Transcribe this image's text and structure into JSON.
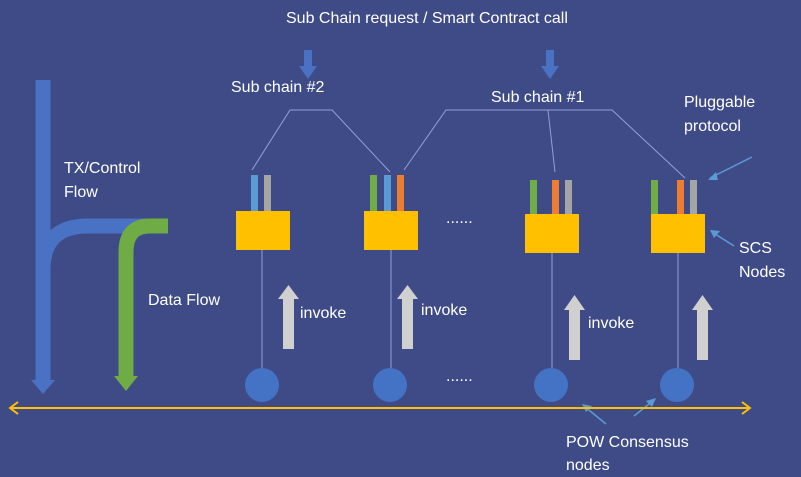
{
  "labels": {
    "top_request": "Sub Chain request / Smart Contract call",
    "sub_chain_2": "Sub chain #2",
    "sub_chain_1": "Sub chain #1",
    "pluggable_protocol": [
      "Pluggable",
      "protocol"
    ],
    "tx_control_flow": [
      "TX/Control",
      "Flow"
    ],
    "data_flow": "Data Flow",
    "invoke": "invoke",
    "ellipsis": "......",
    "scs_nodes": [
      "SCS",
      "Nodes"
    ],
    "pow_consensus_nodes": [
      "POW Consensus",
      "nodes"
    ]
  },
  "colors": {
    "background": "#3f4b86",
    "blue_flow": "#4a72c4",
    "green_flow": "#6fac46",
    "node_box": "#ffc000",
    "pow_node": "#4472c4",
    "chain_line": "#ffc000",
    "connector": "#8fa2d8",
    "invoke_arrow": "#d0d0d0",
    "plug_blue": "#5b9bd5",
    "plug_green": "#70ad47",
    "plug_orange": "#ed7d31",
    "plug_gray": "#a5a5a5"
  },
  "nodes": [
    {
      "id": "scs-node-1",
      "protocols": [
        "blue",
        "gray"
      ],
      "invoke_label": true
    },
    {
      "id": "scs-node-2",
      "protocols": [
        "green",
        "blue",
        "orange"
      ],
      "invoke_label": true
    },
    {
      "id": "scs-node-3",
      "protocols": [
        "green",
        "orange",
        "gray"
      ],
      "invoke_label": true
    },
    {
      "id": "scs-node-4",
      "protocols": [
        "green",
        "orange",
        "gray"
      ],
      "invoke_label": false
    }
  ]
}
